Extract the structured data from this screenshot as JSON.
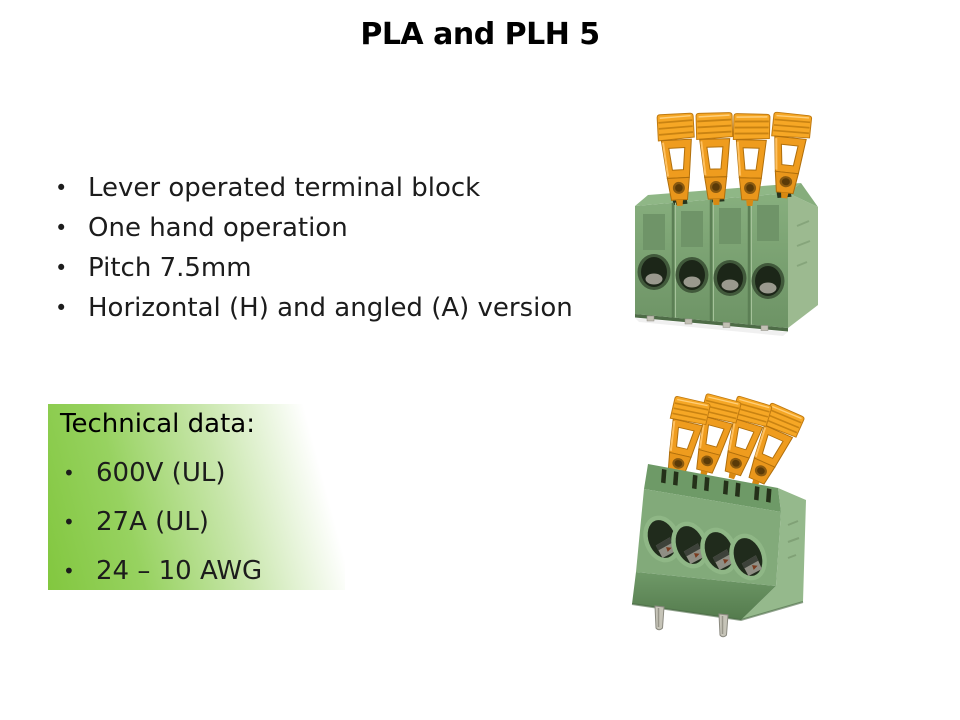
{
  "slide": {
    "title": "PLA and PLH 5",
    "bullet_char": "•",
    "features": [
      "Lever operated terminal block",
      "One hand operation",
      "Pitch 7.5mm",
      "Horizontal (H) and angled (A) version"
    ],
    "technical": {
      "heading": "Technical data:",
      "items": [
        "600V (UL)",
        "27A (UL)",
        "24 – 10 AWG"
      ]
    },
    "images": {
      "top": "terminal-block-horizontal-levers-upright",
      "bottom": "terminal-block-angled-levers-tilted"
    },
    "colors": {
      "background": "#ffffff",
      "title_text": "#000000",
      "body_text": "#1c1c1c",
      "techbox_green": "#82c73f",
      "techbox_fade": "#ffffff",
      "product_body_green": "#7da476",
      "product_lever_orange": "#f09c1f"
    }
  }
}
